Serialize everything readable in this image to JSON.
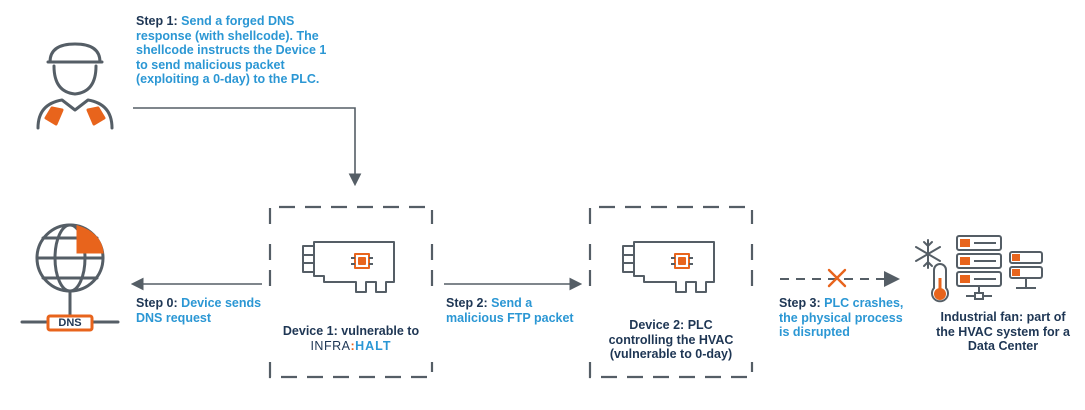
{
  "colors": {
    "navy": "#1e3654",
    "blue": "#2b97d4",
    "orange": "#e8641c",
    "gray": "#555e66"
  },
  "step1": {
    "label": "Step 1:",
    "text": "Send a forged DNS response (with shellcode). The shellcode instructs the Device 1 to send malicious packet (exploiting a 0-day) to the PLC."
  },
  "step0": {
    "label": "Step 0:",
    "text": "Device sends DNS request"
  },
  "step2": {
    "label": "Step 2:",
    "text": "Send a malicious FTP packet"
  },
  "step3": {
    "label": "Step 3:",
    "text": "PLC crashes, the physical process is disrupted"
  },
  "device1": {
    "label": "Device 1:",
    "text": "vulnerable to",
    "brand_left": "INFRA",
    "brand_sep": ":",
    "brand_right": "HALT"
  },
  "device2": {
    "label": "Device 2:",
    "text": "PLC controlling the HVAC (vulnerable to 0-day)"
  },
  "dns": {
    "badge": "DNS"
  },
  "fan": {
    "caption": "Industrial fan: part of the HVAC system for a Data Center"
  },
  "icons": [
    "attacker-icon",
    "dns-globe-icon",
    "circuit-board-icon",
    "cross-icon",
    "snowflake-icon",
    "thermometer-icon",
    "server-rack-icon"
  ]
}
